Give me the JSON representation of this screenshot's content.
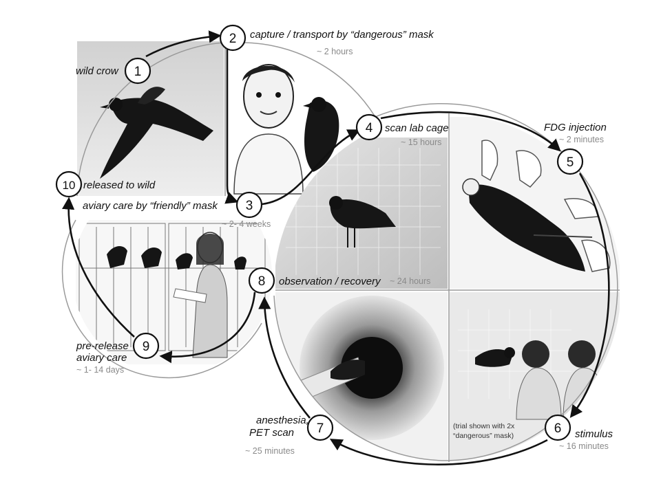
{
  "steps": [
    {
      "number": "1",
      "label": "wild crow",
      "duration": ""
    },
    {
      "number": "2",
      "label": "capture / transport by “dangerous” mask",
      "duration": "~ 2 hours"
    },
    {
      "number": "3",
      "label": "aviary care by “friendly” mask",
      "duration": "~ 2- 4 weeks"
    },
    {
      "number": "4",
      "label": "scan lab cage",
      "duration": "~ 15 hours"
    },
    {
      "number": "5",
      "label": "FDG injection",
      "duration": "~ 2 minutes"
    },
    {
      "number": "6",
      "label": "stimulus",
      "duration": "~ 16 minutes"
    },
    {
      "number": "7",
      "label_line1": "anesthesia,",
      "label_line2": "PET scan",
      "duration": "~ 25 minutes"
    },
    {
      "number": "8",
      "label": "observation / recovery",
      "duration": "~ 24 hours"
    },
    {
      "number": "9",
      "label_line1": "pre-release",
      "label_line2": "aviary care",
      "duration": "~ 1- 14 days"
    },
    {
      "number": "10",
      "label": "released to wild",
      "duration": ""
    }
  ],
  "stimulus_note": {
    "line1": "(trial shown with 2x",
    "line2": "“dangerous” mask)"
  },
  "colors": {
    "outline": "#111111",
    "duration_text": "#8a8a8a",
    "panel_border": "#9a9a9a"
  }
}
